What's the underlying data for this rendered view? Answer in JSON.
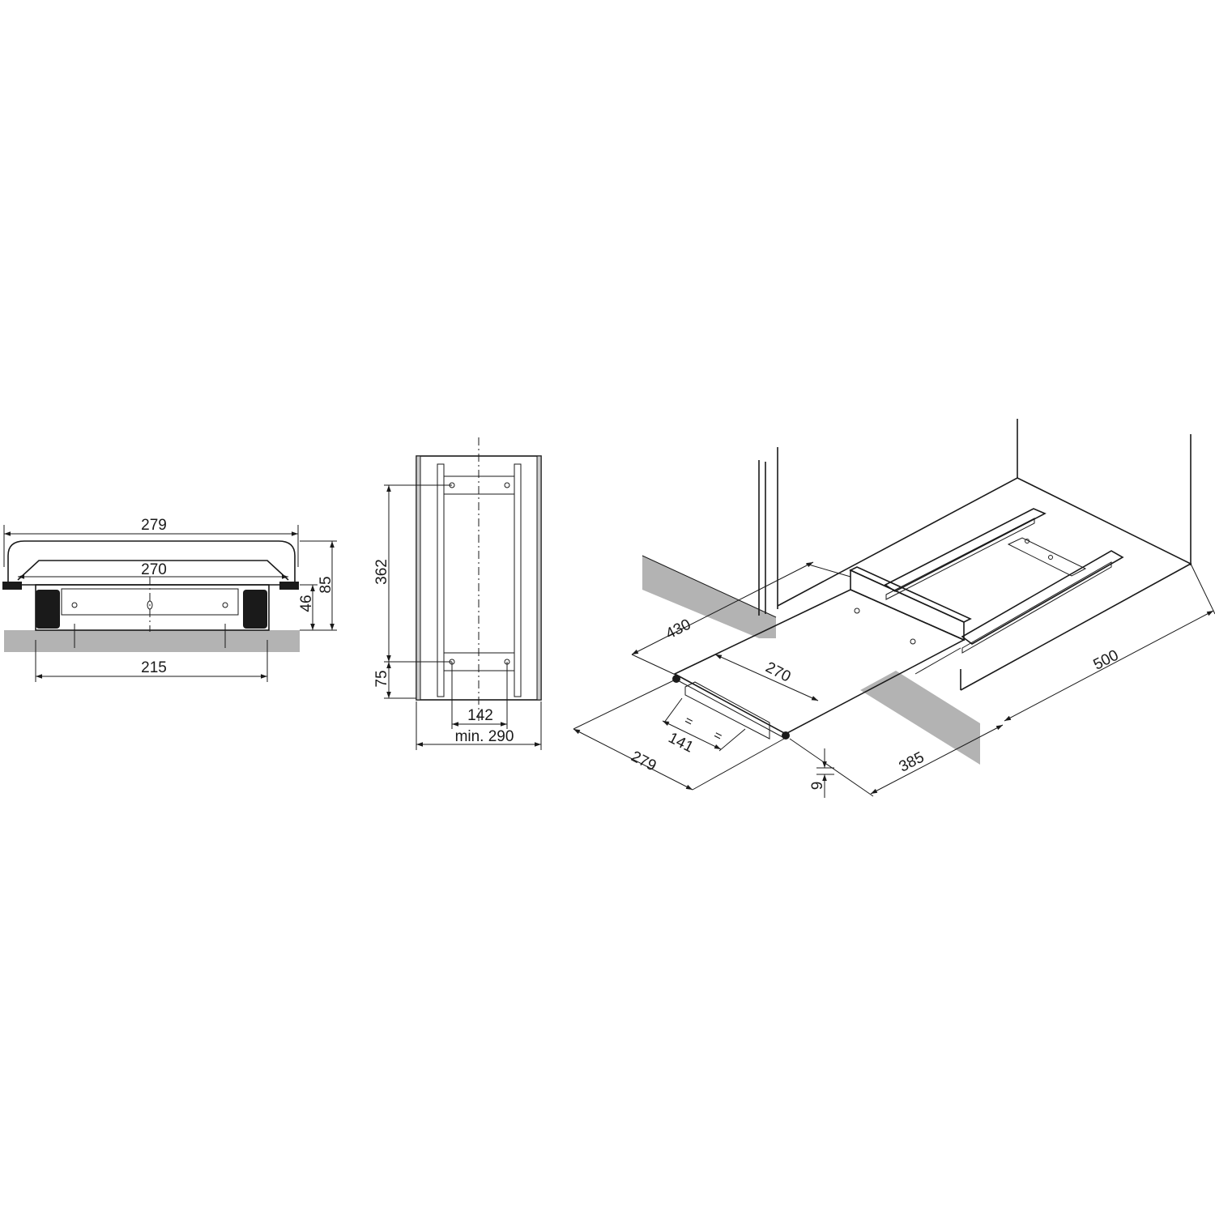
{
  "front_view": {
    "dim_overall_width": "279",
    "dim_tray_width": "270",
    "dim_screw_spacing": "215",
    "dim_height_total": "85",
    "dim_height_base": "46"
  },
  "top_view": {
    "dim_hole_span": "362",
    "dim_rear_offset": "75",
    "dim_hole_width": "142",
    "dim_min_cabinet_width": "min. 290"
  },
  "iso_view": {
    "dim_depth_cabinet": "430",
    "dim_tray_width": "270",
    "dim_extension": "500",
    "dim_overall_width": "279",
    "dim_bracket": "141",
    "equal_mark_a": "=",
    "equal_mark_b": "=",
    "dim_tray_depth": "385",
    "dim_offset": "9"
  },
  "colors": {
    "line": "#1a1a1a",
    "floor_gray": "#b3b3b3",
    "panel_gray": "#cccccc"
  }
}
